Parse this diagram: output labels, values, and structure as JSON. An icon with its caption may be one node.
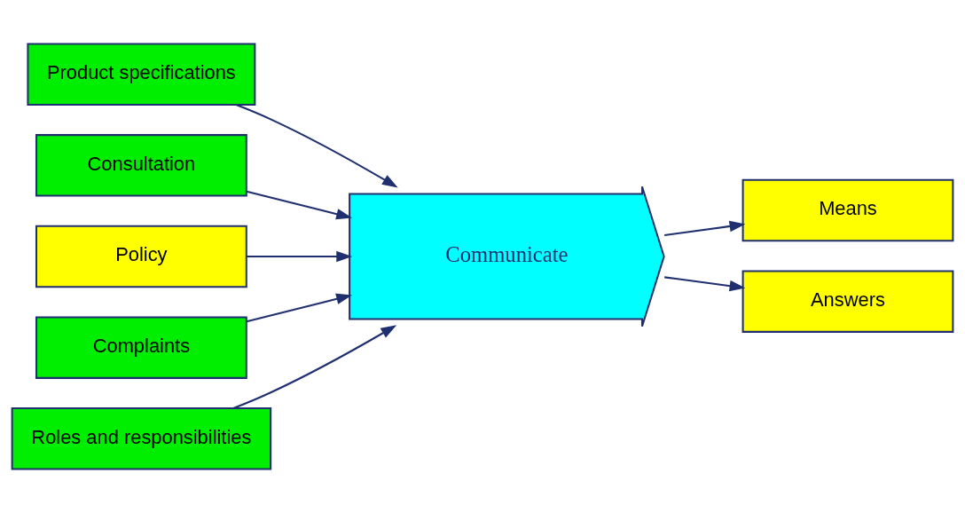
{
  "diagram": {
    "nodes": [
      {
        "text": [
          "Product specifications"
        ]
      },
      {
        "text": [
          "Consultation"
        ]
      },
      {
        "text": [
          "Policy"
        ]
      },
      {
        "text": [
          "Communicate"
        ]
      },
      {
        "text": [
          "Means"
        ]
      },
      {
        "text": [
          "Answers"
        ]
      },
      {
        "text": [
          "Complaints"
        ]
      },
      {
        "text": [
          "Roles and responsibilities"
        ]
      }
    ],
    "edges": [
      {
        "from": 0,
        "to": 3,
        "arrow": "to"
      },
      {
        "from": 1,
        "to": 3,
        "arrow": "to"
      },
      {
        "from": 2,
        "to": 3,
        "arrow": "to"
      },
      {
        "from": 3,
        "to": 4,
        "arrow": "to"
      },
      {
        "from": 3,
        "to": 5,
        "arrow": "to"
      },
      {
        "from": 6,
        "to": 3,
        "arrow": "to"
      },
      {
        "from": 7,
        "to": 3,
        "arrow": "to"
      }
    ]
  }
}
